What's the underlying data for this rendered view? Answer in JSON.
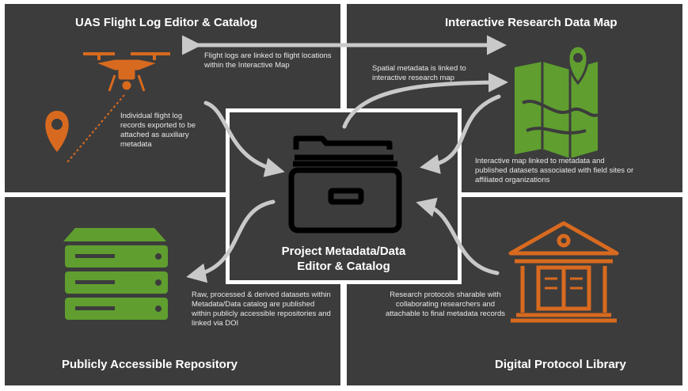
{
  "quadrants": {
    "top_left": {
      "title": "UAS Flight Log Editor & Catalog",
      "note": "Individual flight log records exported to be attached as auxiliary metadata"
    },
    "top_right": {
      "title": "Interactive Research Data Map",
      "note": "Interactive map linked to metadata and published datasets associated with field sites or affiliated organizations"
    },
    "bottom_left": {
      "title": "Publicly Accessible Repository",
      "note": "Raw, processed & derived datasets within Metadata/Data catalog are published within publicly accessible repositories and linked via DOI"
    },
    "bottom_right": {
      "title": "Digital Protocol Library",
      "note": "Research protocols sharable with collaborating researchers and attachable to final metadata records"
    }
  },
  "center": {
    "title_line1": "Project Metadata/Data",
    "title_line2": "Editor & Catalog"
  },
  "links": {
    "top": "Flight logs are linked to flight locations within the Interactive Map",
    "spatial": "Spatial metadata is linked to interactive research map"
  },
  "icons": {
    "drone": "drone-icon",
    "location_pin": "location-pin-icon",
    "map": "map-icon",
    "server": "server-icon",
    "library": "library-building-icon",
    "file_cabinet": "file-cabinet-icon"
  },
  "colors": {
    "panel": "#3c3c3c",
    "orange": "#d86a1f",
    "green": "#5f9e2f",
    "arrow": "#c9c9c9",
    "text": "#ffffff"
  }
}
